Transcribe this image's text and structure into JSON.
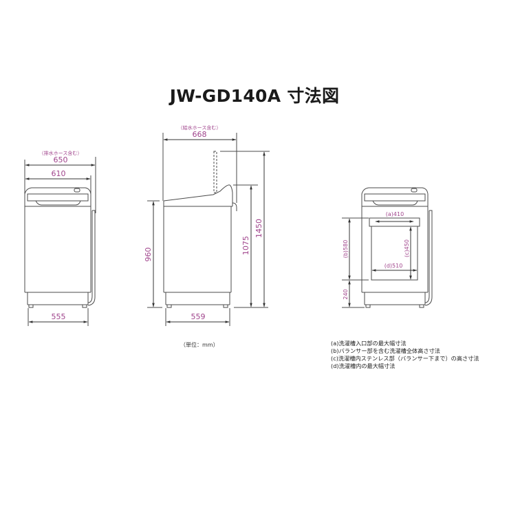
{
  "title": "JW-GD140A 寸法図",
  "unit_label": "（単位：mm）",
  "colors": {
    "dimension_text": "#a0448c",
    "line": "#4a4a4a",
    "title": "#1a1a1a"
  },
  "front_view": {
    "hose_note": "（排水ホース含む）",
    "width_with_hose": "650",
    "width_body": "610",
    "width_base": "555"
  },
  "side_view": {
    "hose_note": "（給水ホース含む）",
    "depth_with_hose": "668",
    "depth_base": "559",
    "height_body": "960",
    "height_lid_top": "1075",
    "height_lid_open": "1450"
  },
  "tub_view": {
    "a": "(a)410",
    "b": "(b)580",
    "c": "(c)450",
    "d": "(d)510",
    "floor_to_tub": "240"
  },
  "legend": [
    "(a)洗濯槽入口部の最大幅寸法",
    "(b)バランサー部を含む洗濯槽全体高さ寸法",
    "(c)洗濯槽内ステンレス部（バランサー下まで）の高さ寸法",
    "(d)洗濯槽内の最大幅寸法"
  ]
}
